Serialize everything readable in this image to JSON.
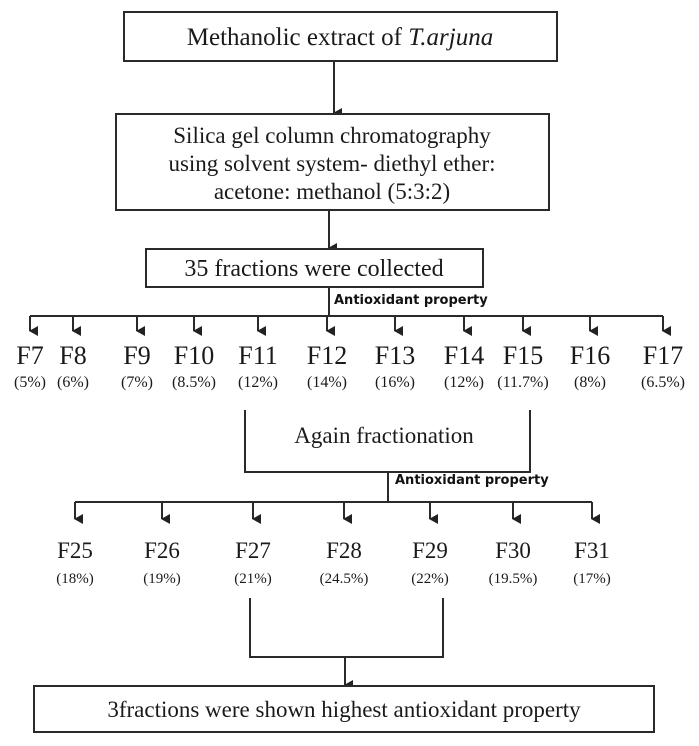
{
  "title_box": {
    "text_plain": "Methanolic extract of ",
    "text_italic": "T.arjuna"
  },
  "chromatography_box": {
    "lines": [
      "Silica gel column chromatography",
      "using solvent system- diethyl ether:",
      "acetone: methanol (5:3:2)"
    ]
  },
  "collected_box": {
    "text": "35 fractions were collected"
  },
  "stage1_label": "Antioxidant property",
  "stage1_fractions": [
    {
      "name": "F7",
      "pct": "(5%)"
    },
    {
      "name": "F8",
      "pct": "(6%)"
    },
    {
      "name": "F9",
      "pct": "(7%)"
    },
    {
      "name": "F10",
      "pct": "(8.5%)"
    },
    {
      "name": "F11",
      "pct": "(12%)"
    },
    {
      "name": "F12",
      "pct": "(14%)"
    },
    {
      "name": "F13",
      "pct": "(16%)"
    },
    {
      "name": "F14",
      "pct": "(12%)"
    },
    {
      "name": "F15",
      "pct": "(11.7%)"
    },
    {
      "name": "F16",
      "pct": "(8%)"
    },
    {
      "name": "F17",
      "pct": "(6.5%)"
    }
  ],
  "refraction_label": "Again fractionation",
  "stage2_label": "Antioxidant property",
  "stage2_fractions": [
    {
      "name": "F25",
      "pct": "(18%)"
    },
    {
      "name": "F26",
      "pct": "(19%)"
    },
    {
      "name": "F27",
      "pct": "(21%)"
    },
    {
      "name": "F28",
      "pct": "(24.5%)"
    },
    {
      "name": "F29",
      "pct": "(22%)"
    },
    {
      "name": "F30",
      "pct": "(19.5%)"
    },
    {
      "name": "F31",
      "pct": "(17%)"
    }
  ],
  "result_box": {
    "text": "3fractions were shown highest antioxidant property"
  }
}
